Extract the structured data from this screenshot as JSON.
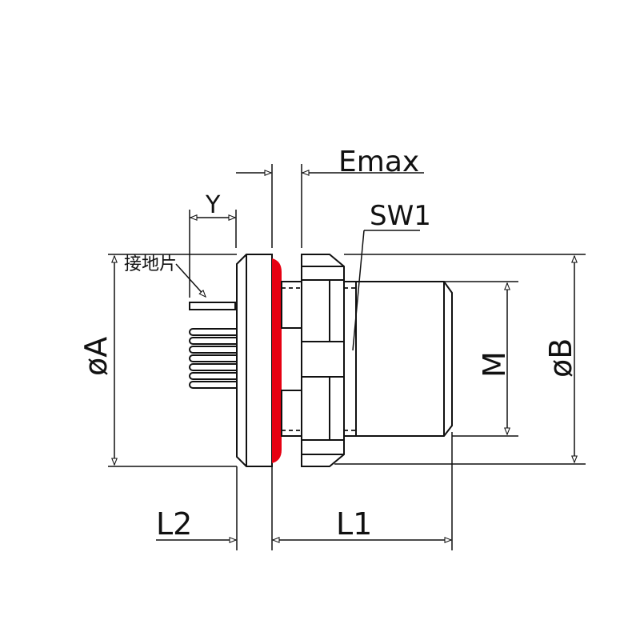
{
  "diagram": {
    "labels": {
      "emax": "Emax",
      "sw1": "SW1",
      "y": "Y",
      "ground_tab": "接地片",
      "dia_a": "øA",
      "dia_b": "øB",
      "m": "M",
      "l1": "L1",
      "l2": "L2"
    },
    "colors": {
      "line": "#111111",
      "seal": "#e60012"
    }
  }
}
